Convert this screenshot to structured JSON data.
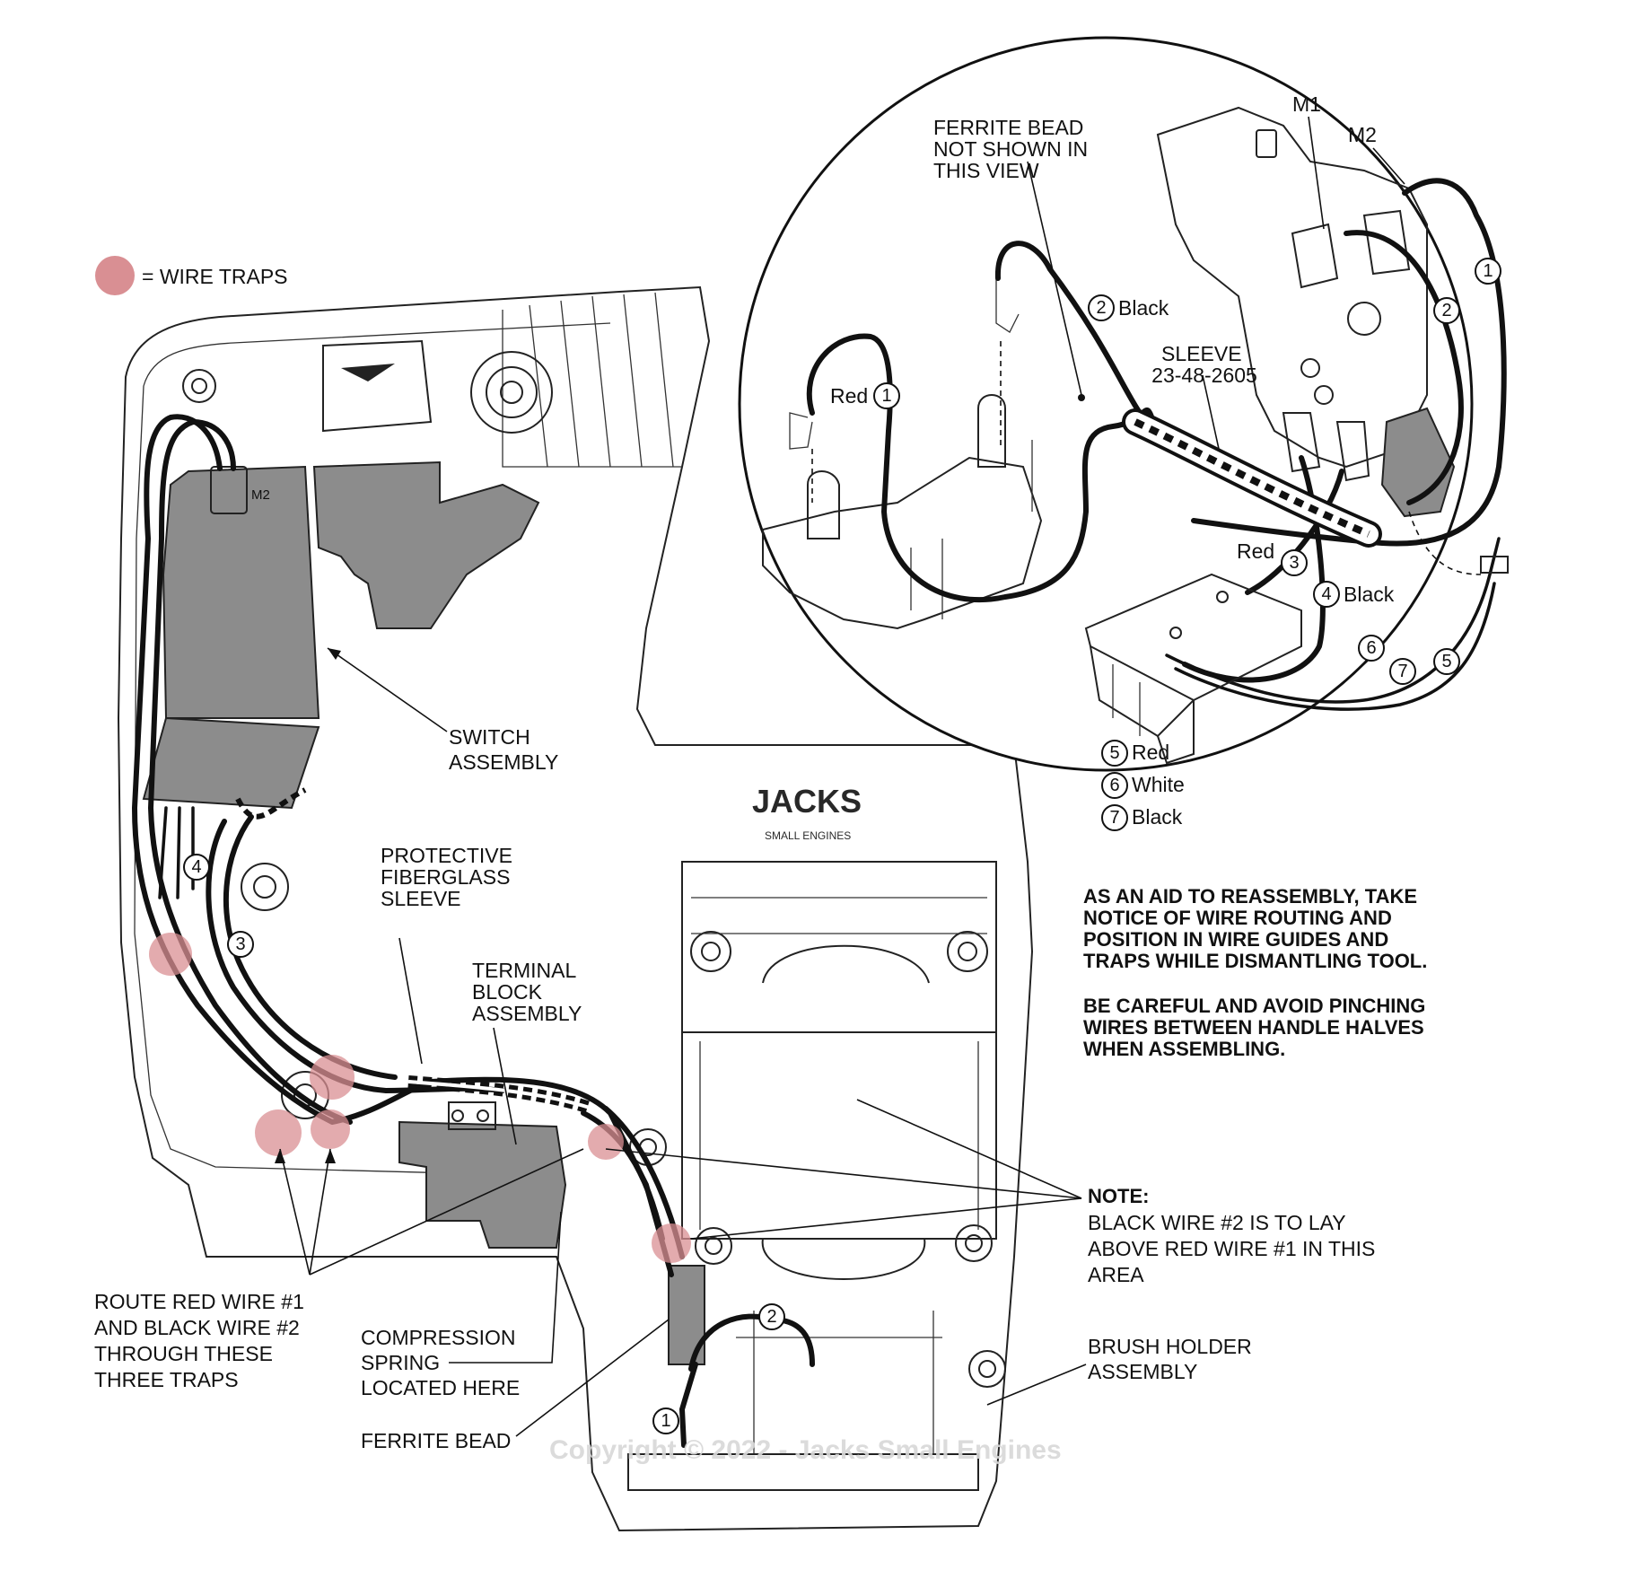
{
  "legend": {
    "label": "= WIRE TRAPS",
    "color": "#d98f93"
  },
  "callouts": {
    "switch_assembly": [
      "SWITCH",
      "ASSEMBLY"
    ],
    "protective_sleeve": [
      "PROTECTIVE",
      "FIBERGLASS",
      "SLEEVE"
    ],
    "terminal_block": [
      "TERMINAL",
      "BLOCK",
      "ASSEMBLY"
    ],
    "route_wires": [
      "ROUTE RED WIRE #1",
      "AND BLACK WIRE #2",
      "THROUGH THESE",
      "THREE TRAPS"
    ],
    "compression_spring": [
      "COMPRESSION",
      "SPRING",
      "LOCATED HERE"
    ],
    "ferrite_bead": "FERRITE BEAD",
    "brush_holder": [
      "BRUSH HOLDER",
      "ASSEMBLY"
    ],
    "note_title": "NOTE:",
    "note_body": [
      "BLACK WIRE #2 IS TO LAY",
      "ABOVE RED WIRE #1 IN THIS",
      "AREA"
    ]
  },
  "instructions": {
    "para1": [
      "AS AN AID TO REASSEMBLY, TAKE",
      "NOTICE OF WIRE ROUTING AND",
      "POSITION IN WIRE GUIDES AND",
      "TRAPS WHILE DISMANTLING TOOL."
    ],
    "para2": [
      "BE CAREFUL AND AVOID PINCHING",
      "WIRES BETWEEN HANDLE HALVES",
      "WHEN ASSEMBLING."
    ]
  },
  "detail_view": {
    "ferrite_note": [
      "FERRITE BEAD",
      "NOT SHOWN IN",
      "THIS VIEW"
    ],
    "sleeve": [
      "SLEEVE",
      "23-48-2605"
    ],
    "switch_terminal_m1": "M1",
    "switch_terminal_m2": "M2",
    "wires": [
      {
        "number": "1",
        "color": "Red"
      },
      {
        "number": "2",
        "color": "Black"
      },
      {
        "number": "3",
        "color": "Red"
      },
      {
        "number": "4",
        "color": "Black"
      },
      {
        "number": "5",
        "color": "Red"
      },
      {
        "number": "6",
        "color": "White"
      },
      {
        "number": "7",
        "color": "Black"
      }
    ]
  },
  "main_view": {
    "switch_terminal": "M2",
    "wire_numbers": [
      "1",
      "2",
      "3",
      "4"
    ]
  },
  "watermark": {
    "copyright": "Copyright © 2022 - Jacks Small Engines",
    "logo_text": "JACKS",
    "logo_sub": "SMALL ENGINES"
  }
}
